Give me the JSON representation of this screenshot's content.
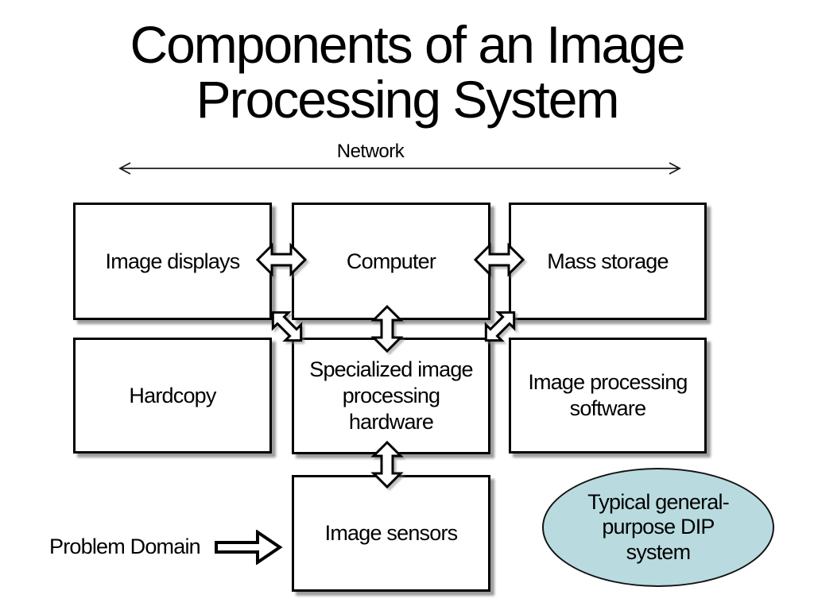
{
  "title": "Components of an Image\nProcessing System",
  "network": {
    "label": "Network",
    "arrow": "thin-double-headed-horizontal-arrow"
  },
  "boxes": {
    "image_displays": {
      "label": "Image displays"
    },
    "computer": {
      "label": "Computer"
    },
    "mass_storage": {
      "label": "Mass storage"
    },
    "hardcopy": {
      "label": "Hardcopy"
    },
    "specialized_hardware": {
      "label": "Specialized image\nprocessing\nhardware"
    },
    "image_processing_software": {
      "label": "Image processing\nsoftware"
    },
    "image_sensors": {
      "label": "Image sensors"
    }
  },
  "connectors": {
    "displays_computer": "block-double-arrow-horizontal",
    "computer_storage": "block-double-arrow-horizontal",
    "computer_specialized": "block-double-arrow-vertical",
    "specialized_sensors": "block-double-arrow-vertical",
    "displays_specialized": "block-double-arrow-diagonal-nw-se",
    "storage_specialized": "block-double-arrow-diagonal-ne-sw",
    "problem_domain_sensors": "block-arrow-right"
  },
  "problem_domain": {
    "label": "Problem Domain"
  },
  "ellipse": {
    "label": "Typical general-\npurpose DIP\nsystem",
    "fill_color": "#B9DBDF"
  },
  "colors": {
    "background": "#FFFFFF",
    "line": "#000000",
    "box_fill": "#FFFFFF",
    "box_shadow": "#9C9C9C",
    "ellipse_fill": "#B9DBDF"
  }
}
